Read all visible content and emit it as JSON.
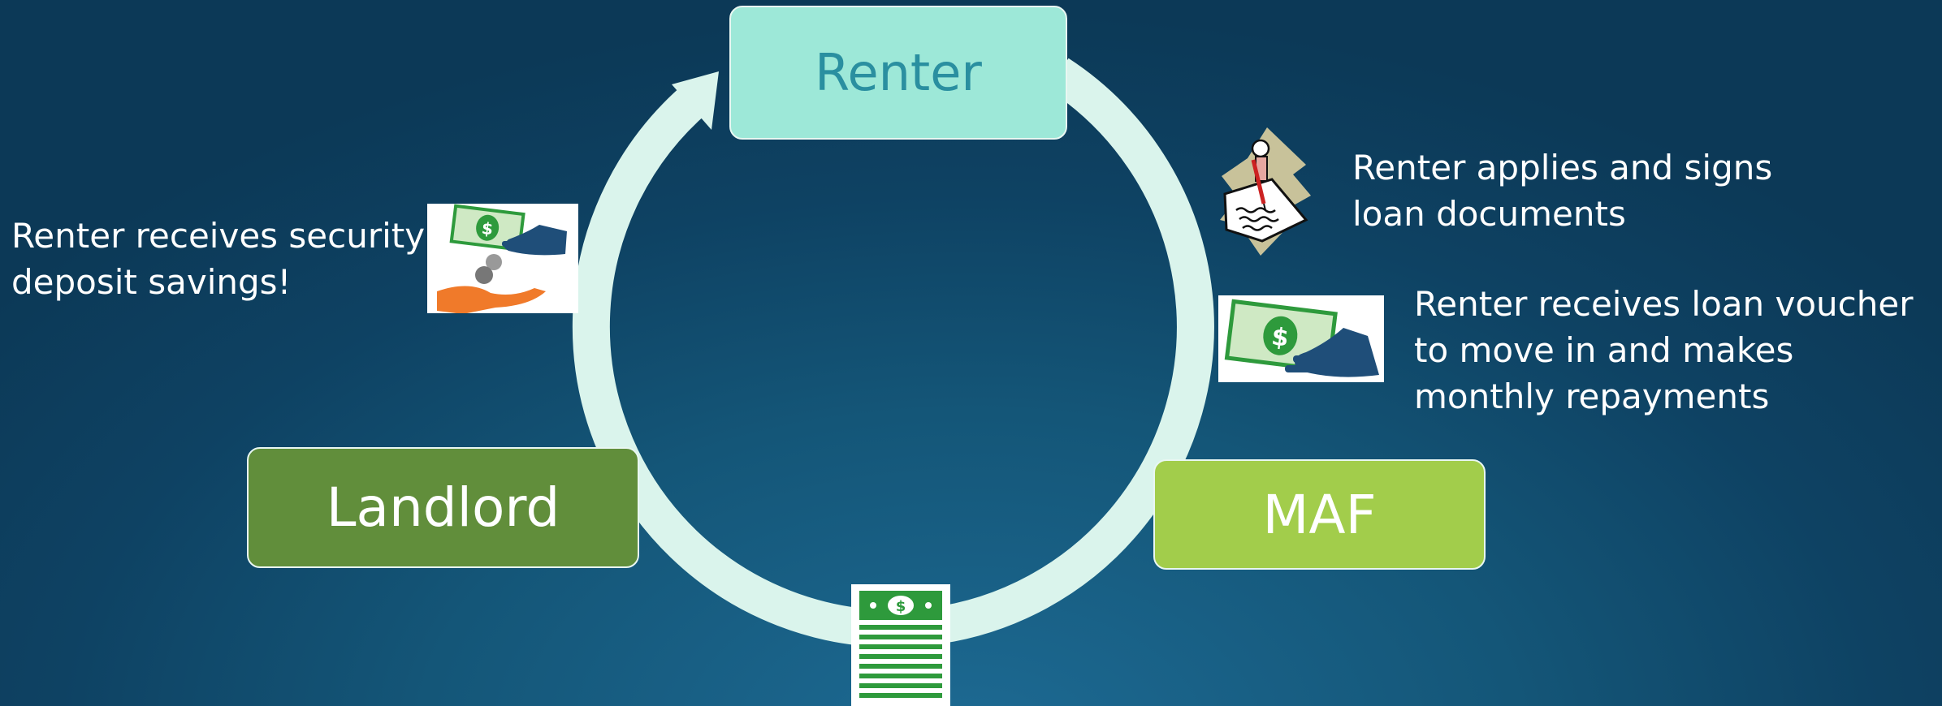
{
  "nodes": {
    "renter": "Renter",
    "landlord": "Landlord",
    "maf": "MAF"
  },
  "notes": {
    "applies": "Renter applies and signs loan documents",
    "voucher": "Renter receives loan voucher to move in and makes monthly repayments",
    "savings": "Renter receives security deposit savings!"
  },
  "icons": {
    "applies": "signing-documents-icon",
    "voucher": "money-voucher-icon",
    "savings": "money-exchange-icon",
    "bottom": "money-stack-icon"
  },
  "colors": {
    "background": "#0f4a6c",
    "cycle_ring": "#daf4ec",
    "renter_fill": "#9de8d8",
    "renter_text": "#2a8fa0",
    "landlord_fill": "#618e3b",
    "maf_fill": "#a2cd4b",
    "money_green": "#2e9a3c"
  }
}
